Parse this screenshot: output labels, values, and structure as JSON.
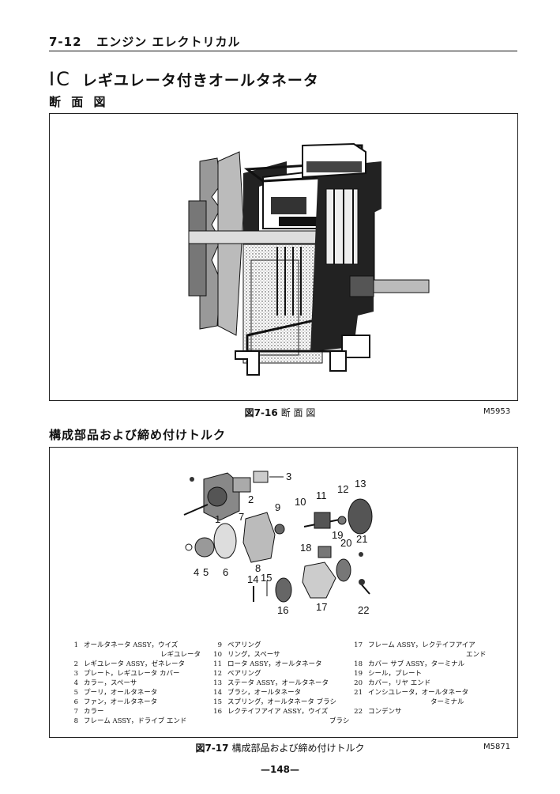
{
  "header": {
    "section": "7-12",
    "title": "エンジン エレクトリカル"
  },
  "heading": {
    "prefix": "IC",
    "text": "レギユレータ付きオールタネータ"
  },
  "subheading": "断 面 図",
  "figure1": {
    "label": "図7-16",
    "caption": "断 面 図",
    "code": "M5953"
  },
  "section2_title": "構成部品および締め付けトルク",
  "figure2": {
    "label": "図7-17",
    "caption": "構成部品および締め付けトルク",
    "code": "M5871",
    "callouts": [
      "1",
      "2",
      "3",
      "4",
      "5",
      "6",
      "7",
      "8",
      "9",
      "10",
      "11",
      "12",
      "13",
      "14",
      "15",
      "16",
      "17",
      "18",
      "19",
      "20",
      "21",
      "22"
    ]
  },
  "legend": {
    "col1": [
      {
        "n": "1",
        "t": "オールタネータ ASSY，ウイズ",
        "c": "レギユレータ"
      },
      {
        "n": "2",
        "t": "レギユレータ ASSY，ゼネレータ"
      },
      {
        "n": "3",
        "t": "プレート，レギユレータ カバー"
      },
      {
        "n": "4",
        "t": "カラー，スペーサ"
      },
      {
        "n": "5",
        "t": "プーリ，オールタネータ"
      },
      {
        "n": "6",
        "t": "ファン，オールタネータ"
      },
      {
        "n": "7",
        "t": "カラー"
      },
      {
        "n": "8",
        "t": "フレーム ASSY，ドライブ エンド"
      }
    ],
    "col2": [
      {
        "n": "9",
        "t": "ベアリング"
      },
      {
        "n": "10",
        "t": "リング，スペーサ"
      },
      {
        "n": "11",
        "t": "ロータ ASSY，オールタネータ"
      },
      {
        "n": "12",
        "t": "ベアリング"
      },
      {
        "n": "13",
        "t": "ステータ ASSY，オールタネータ"
      },
      {
        "n": "14",
        "t": "ブラシ，オールタネータ"
      },
      {
        "n": "15",
        "t": "スプリング，オールタネータ ブラシ"
      },
      {
        "n": "16",
        "t": "レクテイフアイア ASSY，ウイズ",
        "c": "ブラシ"
      }
    ],
    "col3": [
      {
        "n": "17",
        "t": "フレーム ASSY，レクテイフアイア",
        "c": "エンド"
      },
      {
        "n": "18",
        "t": "カバー サブ ASSY，ターミナル"
      },
      {
        "n": "19",
        "t": "シール，プレート"
      },
      {
        "n": "20",
        "t": "カバー，リヤ エンド"
      },
      {
        "n": "21",
        "t": "インシユレータ，オールタネータ",
        "c": "ターミナル"
      },
      {
        "n": "22",
        "t": "コンデンサ"
      }
    ]
  },
  "page_number": "—148—"
}
